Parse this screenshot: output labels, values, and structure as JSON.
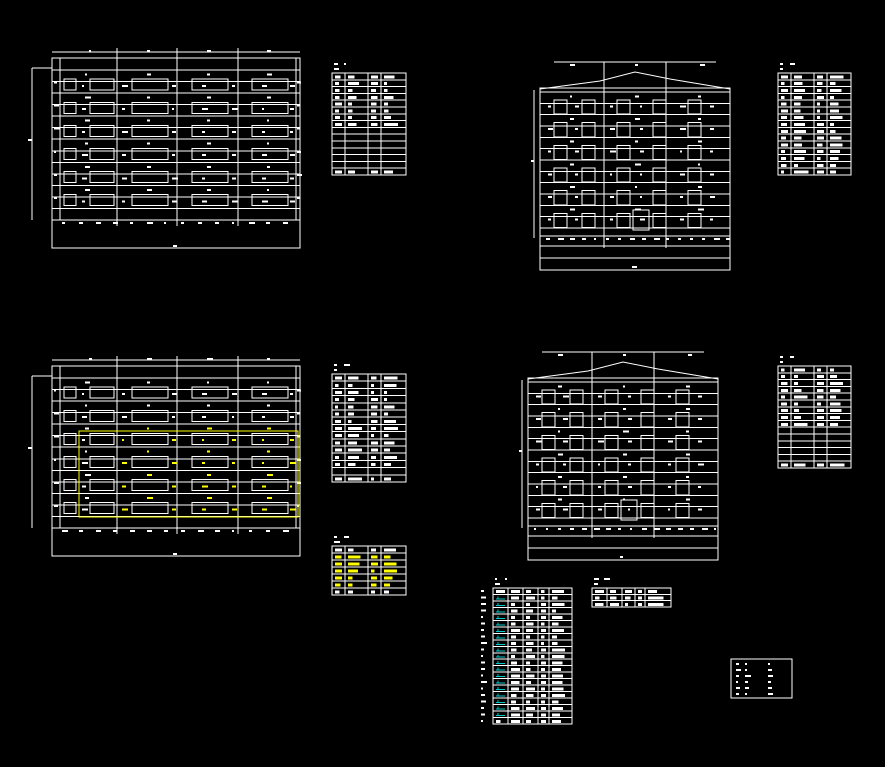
{
  "drawing": {
    "background": "#000000",
    "line_color": "#ffffff",
    "highlight_color": "#ffff00",
    "legend_color": "#00c8c8"
  },
  "sheets": [
    {
      "id": "floor-plan-1",
      "type": "floor-plan",
      "floors": 6,
      "bays": 4,
      "highlighted": false
    },
    {
      "id": "floor-plan-2",
      "type": "floor-plan",
      "floors": 6,
      "bays": 4,
      "highlighted": true
    },
    {
      "id": "elevation-1",
      "type": "elevation",
      "floors": 6,
      "bays": 3
    },
    {
      "id": "elevation-2",
      "type": "elevation",
      "floors": 6,
      "bays": 3
    }
  ],
  "tables": [
    {
      "id": "schedule-1",
      "rows": 15,
      "cols": 4,
      "filled_rows": 8,
      "highlight_rows": 0
    },
    {
      "id": "schedule-2",
      "rows": 15,
      "cols": 4,
      "filled_rows": 14,
      "highlight_rows": 0
    },
    {
      "id": "schedule-3",
      "rows": 15,
      "cols": 4,
      "filled_rows": 13,
      "highlight_rows": 0
    },
    {
      "id": "schedule-4",
      "rows": 7,
      "cols": 4,
      "filled_rows": 7,
      "highlight_rows": 5
    },
    {
      "id": "schedule-5",
      "rows": 15,
      "cols": 4,
      "filled_rows": 9,
      "highlight_rows": 0
    },
    {
      "id": "legend-table",
      "rows": 21,
      "cols": 5,
      "filled_rows": 20,
      "highlight_rows": 0
    },
    {
      "id": "summary-table",
      "rows": 3,
      "cols": 5,
      "filled_rows": 3,
      "highlight_rows": 0
    }
  ]
}
